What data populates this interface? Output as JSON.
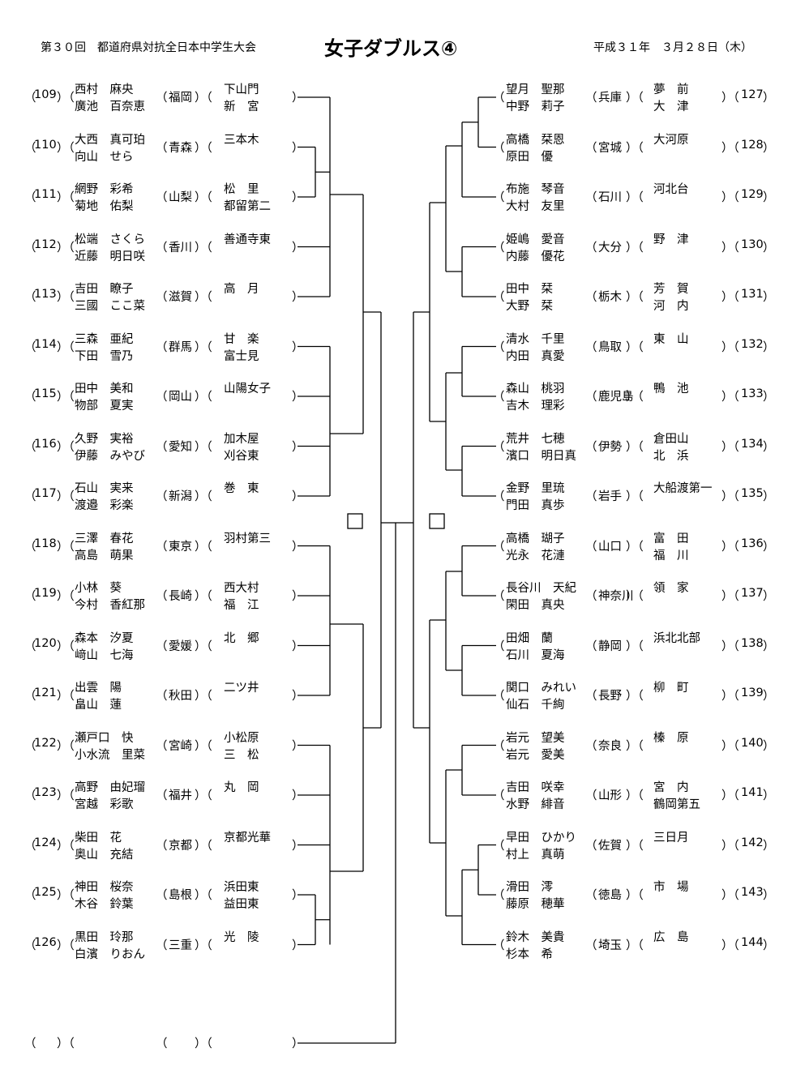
{
  "header": {
    "event": "第３０回　都道府県対抗全日本中学生大会",
    "title": "女子ダブルス④",
    "date": "平成３１年　３月２８日（木）"
  },
  "left": [
    {
      "no": "109",
      "p1": "西村　麻央",
      "p2": "廣池　百奈恵",
      "pref": "福岡",
      "team1": "下山門",
      "team2": "新　宮"
    },
    {
      "no": "110",
      "p1": "大西　真可珀",
      "p2": "向山　せら",
      "pref": "青森",
      "team1": "三本木",
      "team2": ""
    },
    {
      "no": "111",
      "p1": "網野　彩希",
      "p2": "菊地　佑梨",
      "pref": "山梨",
      "team1": "松　里",
      "team2": "都留第二"
    },
    {
      "no": "112",
      "p1": "松端　さくら",
      "p2": "近藤　明日咲",
      "pref": "香川",
      "team1": "善通寺東",
      "team2": ""
    },
    {
      "no": "113",
      "p1": "吉田　瞭子",
      "p2": "三國　ここ菜",
      "pref": "滋賀",
      "team1": "高　月",
      "team2": ""
    },
    {
      "no": "114",
      "p1": "三森　亜紀",
      "p2": "下田　雪乃",
      "pref": "群馬",
      "team1": "甘　楽",
      "team2": "富士見"
    },
    {
      "no": "115",
      "p1": "田中　美和",
      "p2": "物部　夏実",
      "pref": "岡山",
      "team1": "山陽女子",
      "team2": ""
    },
    {
      "no": "116",
      "p1": "久野　実裕",
      "p2": "伊藤　みやび",
      "pref": "愛知",
      "team1": "加木屋",
      "team2": "刈谷東"
    },
    {
      "no": "117",
      "p1": "石山　実来",
      "p2": "渡邉　彩楽",
      "pref": "新潟",
      "team1": "巻　東",
      "team2": ""
    },
    {
      "no": "118",
      "p1": "三澤　春花",
      "p2": "高島　萌果",
      "pref": "東京",
      "team1": "羽村第三",
      "team2": ""
    },
    {
      "no": "119",
      "p1": "小林　葵",
      "p2": "今村　香紅那",
      "pref": "長崎",
      "team1": "西大村",
      "team2": "福　江"
    },
    {
      "no": "120",
      "p1": "森本　汐夏",
      "p2": "﨑山　七海",
      "pref": "愛媛",
      "team1": "北　郷",
      "team2": ""
    },
    {
      "no": "121",
      "p1": "出雲　陽",
      "p2": "畠山　蓮",
      "pref": "秋田",
      "team1": "二ツ井",
      "team2": ""
    },
    {
      "no": "122",
      "p1": "瀬戸口　快",
      "p2": "小水流　里菜",
      "pref": "宮崎",
      "team1": "小松原",
      "team2": "三　松"
    },
    {
      "no": "123",
      "p1": "高野　由妃瑠",
      "p2": "宮越　彩歌",
      "pref": "福井",
      "team1": "丸　岡",
      "team2": ""
    },
    {
      "no": "124",
      "p1": "柴田　花",
      "p2": "奥山　充結",
      "pref": "京都",
      "team1": "京都光華",
      "team2": ""
    },
    {
      "no": "125",
      "p1": "神田　桜奈",
      "p2": "木谷　鈴葉",
      "pref": "島根",
      "team1": "浜田東",
      "team2": "益田東"
    },
    {
      "no": "126",
      "p1": "黒田　玲那",
      "p2": "白濱　りおん",
      "pref": "三重",
      "team1": "光　陵",
      "team2": ""
    }
  ],
  "right": [
    {
      "no": "127",
      "p1": "望月　聖那",
      "p2": "中野　莉子",
      "pref": "兵庫",
      "team1": "夢　前",
      "team2": "大　津"
    },
    {
      "no": "128",
      "p1": "高橋　栞恩",
      "p2": "原田　優",
      "pref": "宮城",
      "team1": "大河原",
      "team2": ""
    },
    {
      "no": "129",
      "p1": "布施　琴音",
      "p2": "大村　友里",
      "pref": "石川",
      "team1": "河北台",
      "team2": ""
    },
    {
      "no": "130",
      "p1": "姫嶋　愛音",
      "p2": "内藤　優花",
      "pref": "大分",
      "team1": "野　津",
      "team2": ""
    },
    {
      "no": "131",
      "p1": "田中　栞",
      "p2": "大野　栞",
      "pref": "栃木",
      "team1": "芳　賀",
      "team2": "河　内"
    },
    {
      "no": "132",
      "p1": "清水　千里",
      "p2": "内田　真愛",
      "pref": "鳥取",
      "team1": "東　山",
      "team2": ""
    },
    {
      "no": "133",
      "p1": "森山　桃羽",
      "p2": "吉木　理彩",
      "pref": "鹿児島",
      "team1": "鴨　池",
      "team2": ""
    },
    {
      "no": "134",
      "p1": "荒井　七穂",
      "p2": "濱口　明日真",
      "pref": "伊勢",
      "team1": "倉田山",
      "team2": "北　浜"
    },
    {
      "no": "135",
      "p1": "金野　里琉",
      "p2": "門田　真歩",
      "pref": "岩手",
      "team1": "大船渡第一",
      "team2": ""
    },
    {
      "no": "136",
      "p1": "高橋　瑚子",
      "p2": "光永　花漣",
      "pref": "山口",
      "team1": "富　田",
      "team2": "福　川"
    },
    {
      "no": "137",
      "p1": "長谷川　天紀",
      "p2": "閑田　真央",
      "pref": "神奈川",
      "team1": "領　家",
      "team2": ""
    },
    {
      "no": "138",
      "p1": "田畑　蘭",
      "p2": "石川　夏海",
      "pref": "静岡",
      "team1": "浜北北部",
      "team2": ""
    },
    {
      "no": "139",
      "p1": "関口　みれい",
      "p2": "仙石　千絢",
      "pref": "長野",
      "team1": "柳　町",
      "team2": ""
    },
    {
      "no": "140",
      "p1": "岩元　望美",
      "p2": "岩元　愛美",
      "pref": "奈良",
      "team1": "榛　原",
      "team2": ""
    },
    {
      "no": "141",
      "p1": "吉田　咲幸",
      "p2": "水野　緋音",
      "pref": "山形",
      "team1": "宮　内",
      "team2": "鶴岡第五"
    },
    {
      "no": "142",
      "p1": "早田　ひかり",
      "p2": "村上　真萌",
      "pref": "佐賀",
      "team1": "三日月",
      "team2": ""
    },
    {
      "no": "143",
      "p1": "滑田　澪",
      "p2": "藤原　穂華",
      "pref": "徳島",
      "team1": "市　場",
      "team2": ""
    },
    {
      "no": "144",
      "p1": "鈴木　美貴",
      "p2": "杉本　希",
      "pref": "埼玉",
      "team1": "広　島",
      "team2": ""
    }
  ],
  "placeholder": {
    "no": "",
    "p1": "",
    "p2": "",
    "pref": "",
    "team1": "",
    "team2": ""
  }
}
